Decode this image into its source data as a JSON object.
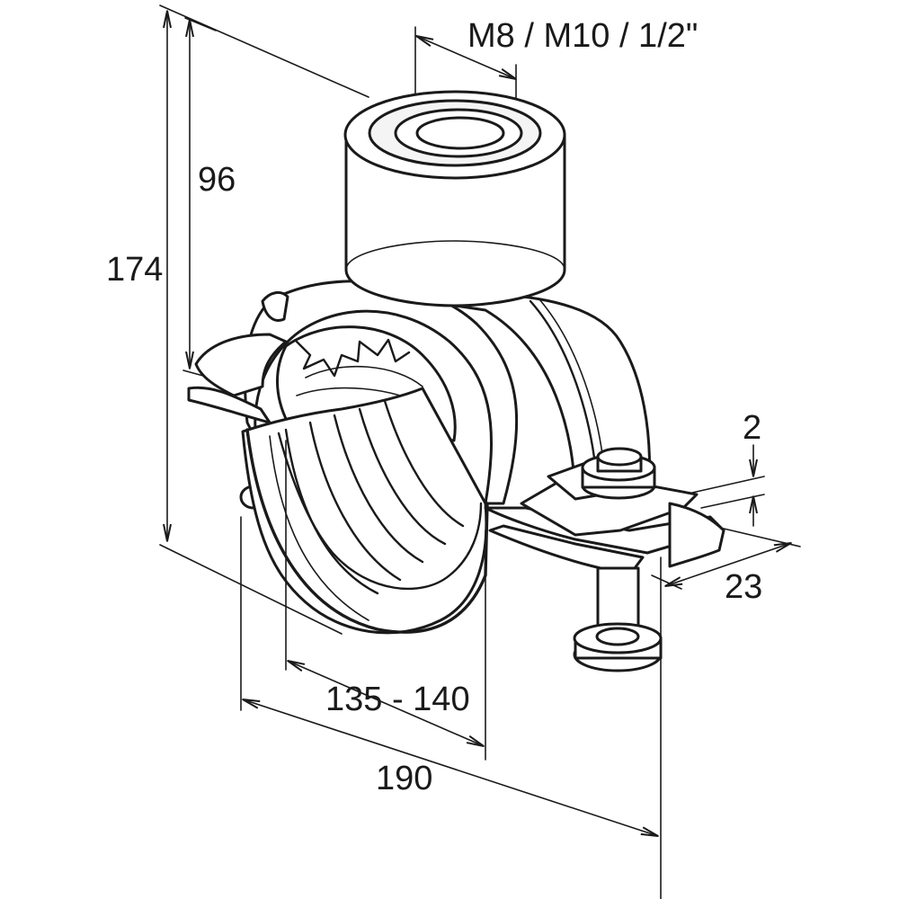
{
  "diagram": {
    "colors": {
      "ink": "#1a1a1a",
      "paper": "#ffffff",
      "shade": "#f4f4f4"
    },
    "dimensions": {
      "thread": "M8 / M10 / 1/2\"",
      "total_height": "174",
      "upper_height": "96",
      "band_thickness": "2",
      "band_width": "23",
      "pipe_range": "135 - 140",
      "overall_width": "190"
    }
  }
}
